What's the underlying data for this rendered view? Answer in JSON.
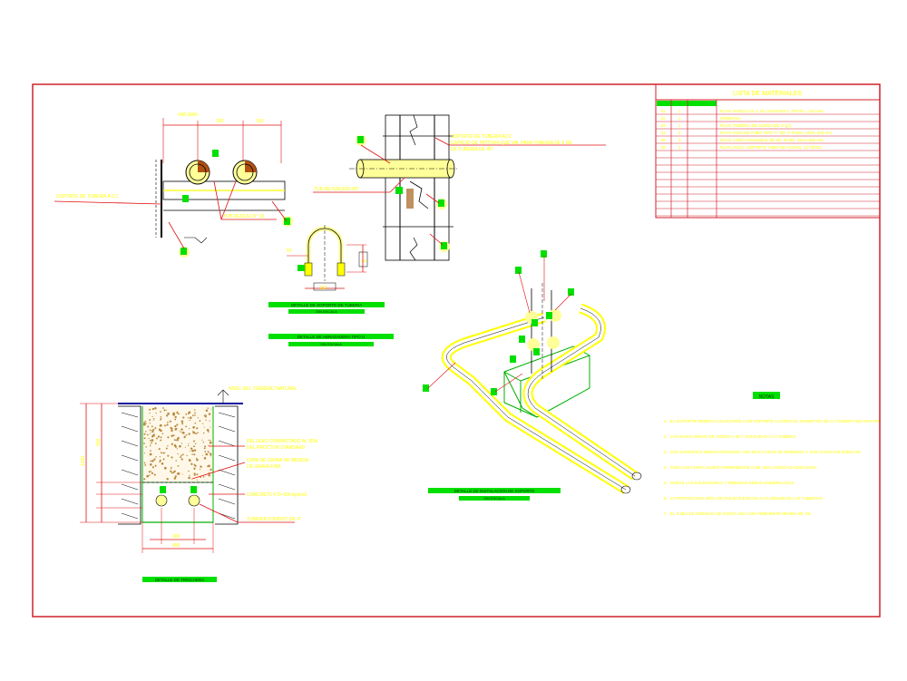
{
  "colors": {
    "border": "#d0202a",
    "dim": "#e01010",
    "line": "#000000",
    "text": "#ffff00",
    "highlight": "#ffff99",
    "pipe": "#ffff00",
    "label": "#00e000",
    "ground": "#1010a0",
    "fill": "#b88a40"
  },
  "materials_table": {
    "title": "LISTA DE MATERIALES",
    "rows": [
      [
        "01",
        "1",
        "PLAN. ROSCA 1/2 X 12 CLM ROSCA, TRATA = 152 mm"
      ],
      [
        "02",
        "1",
        "RONDANA"
      ],
      [
        "03",
        "1",
        "PLAN. TUBERIA DE ACERO DE 4\" g/C"
      ],
      [
        "04",
        "2",
        "PLAN. GUIA DE TUBO TIPO \"L\" DE 4\" ROSC, MAX=300 mm"
      ],
      [
        "05",
        "2",
        "PLAN. CODO SOLDABLE DE 90° ROSC. MAX=300 mm"
      ],
      [
        "06",
        "2",
        "PLAN. SOLD. SOPORTE TUBO DE ACERO, 1/2 ROSC"
      ]
    ]
  },
  "notes": {
    "title": "NOTAS",
    "items": [
      "1.- EL SOPORTE DEBERA COLOCARSE CON SOPORTE CUANDO EL DIAMETRO DE LA TUBERIA SEA MAYOR",
      "2.- LAS GUIAS SERAN DE ACERO A-36 Y SOLDADAS A LA TUBERIA",
      "3.- LOS SOPORTES SERAN PINTADOS CON DOS CAPAS DE PRIMARIO Y DOS CAPAS DE ESMALTE",
      "4.- TODA GUIA SERA SUJETA FIRMEMENTE CON UNA LONGITUD ADECUADA",
      "5.- TODAS LAS SOLDADURAS Y REBABAS SERAN ESMERILADAS",
      "6.- LA PROTECCION SERA DE POLIETILENO DE ALTA DENSIDAD LAS TUBERIAS",
      "7.- EL TUBO DE DRENAJE SE INSTALARA CON PENDIENTE MINIMA DE 2%"
    ]
  },
  "labels": {
    "top_dim_total": "VAR MAX",
    "top_dim_a": "300",
    "top_dim_b": "150",
    "wall_support": "SOPORTE DE TUBERIA A.C.I.",
    "guide_left": "TUB DESCAL N° 10",
    "pipe_support": "SOPORTE DE TUBERIA ACC",
    "pipe_support_2": "ESPACIO DE PINTURA QUE VAL PARA TUBERIA DE 4 DE",
    "pipe_support_3": "DE TUBERIA DE 45°",
    "guide_mid": "TUB RETENCION 90°",
    "ubolt_dim_w": "152",
    "ubolt_dim_h": "150",
    "ubolt_dim_side": "50",
    "ground_level": "NIVEL DEL TERRENO NATURAL",
    "fill_1": "RELLENO COMPACTADO AL 95%",
    "fill_1b": "DEL PROCTOR STANDARD",
    "fill_2": "CAPA DE GRAVA DE MEDIDA",
    "fill_2b": "DE GRAVA FINA",
    "concrete": "CONCRETO F'C=200 kg/cm2",
    "pipe_trench": "TUBERIA CONDUIT DE 4\"",
    "trench_height": "900",
    "trench_total": "1200",
    "trench_width_a": "450",
    "trench_width_b": "300",
    "title_detail_1": "DETALLE DE SOPORTE DE TUBERIA",
    "title_detail_1b": "SIN ESCALA",
    "title_detail_2": "DETALLE DE ABRAZADERA TIPO U",
    "title_detail_2b": "SIN ESCALA",
    "title_iso": "DETALLE DE INSTALACION DE SOPORTE",
    "title_iso_b": "SIN ESCALA",
    "title_trench": "DETALLE DE TRINCHERA"
  }
}
